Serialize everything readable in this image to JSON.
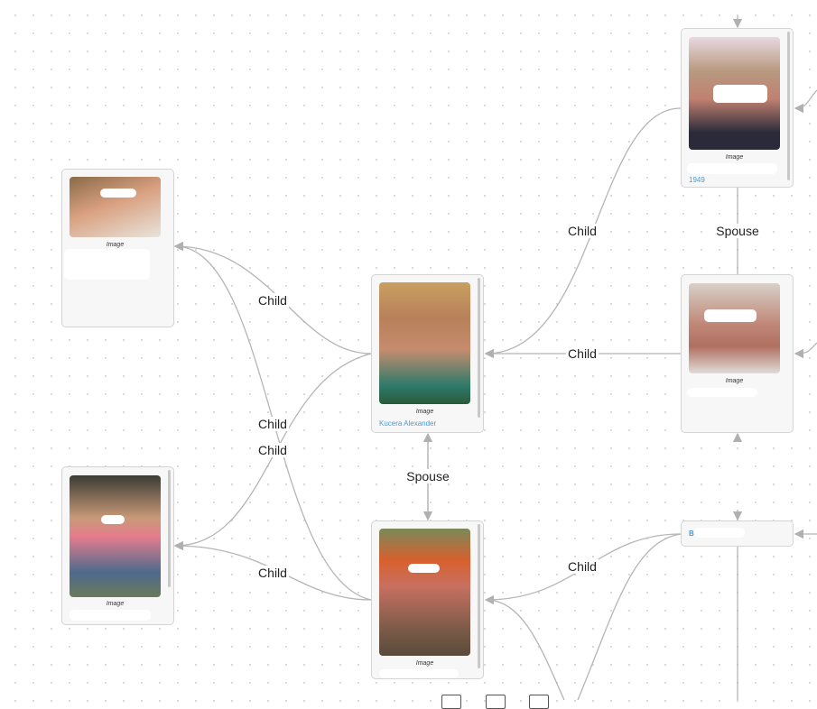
{
  "cards": {
    "child_top": {
      "caption": "Image"
    },
    "child_bottom": {
      "caption": "Image"
    },
    "center": {
      "caption": "Image",
      "name": "Kucera Alexander"
    },
    "spouse_bottom": {
      "caption": "Image"
    },
    "parent_top": {
      "caption": "Image",
      "year": "1949"
    },
    "parent_mid": {
      "caption": "Image"
    },
    "collapsed": {
      "name": "B"
    }
  },
  "edges": {
    "c1": "Child",
    "c2": "Child",
    "c3": "Child",
    "c4": "Child",
    "c5": "Child",
    "c6": "Child",
    "c7": "Child",
    "s1": "Spouse",
    "s2": "Spouse"
  },
  "colors": {
    "edge": "#b0b0b0",
    "link": "#4a9bd1"
  }
}
